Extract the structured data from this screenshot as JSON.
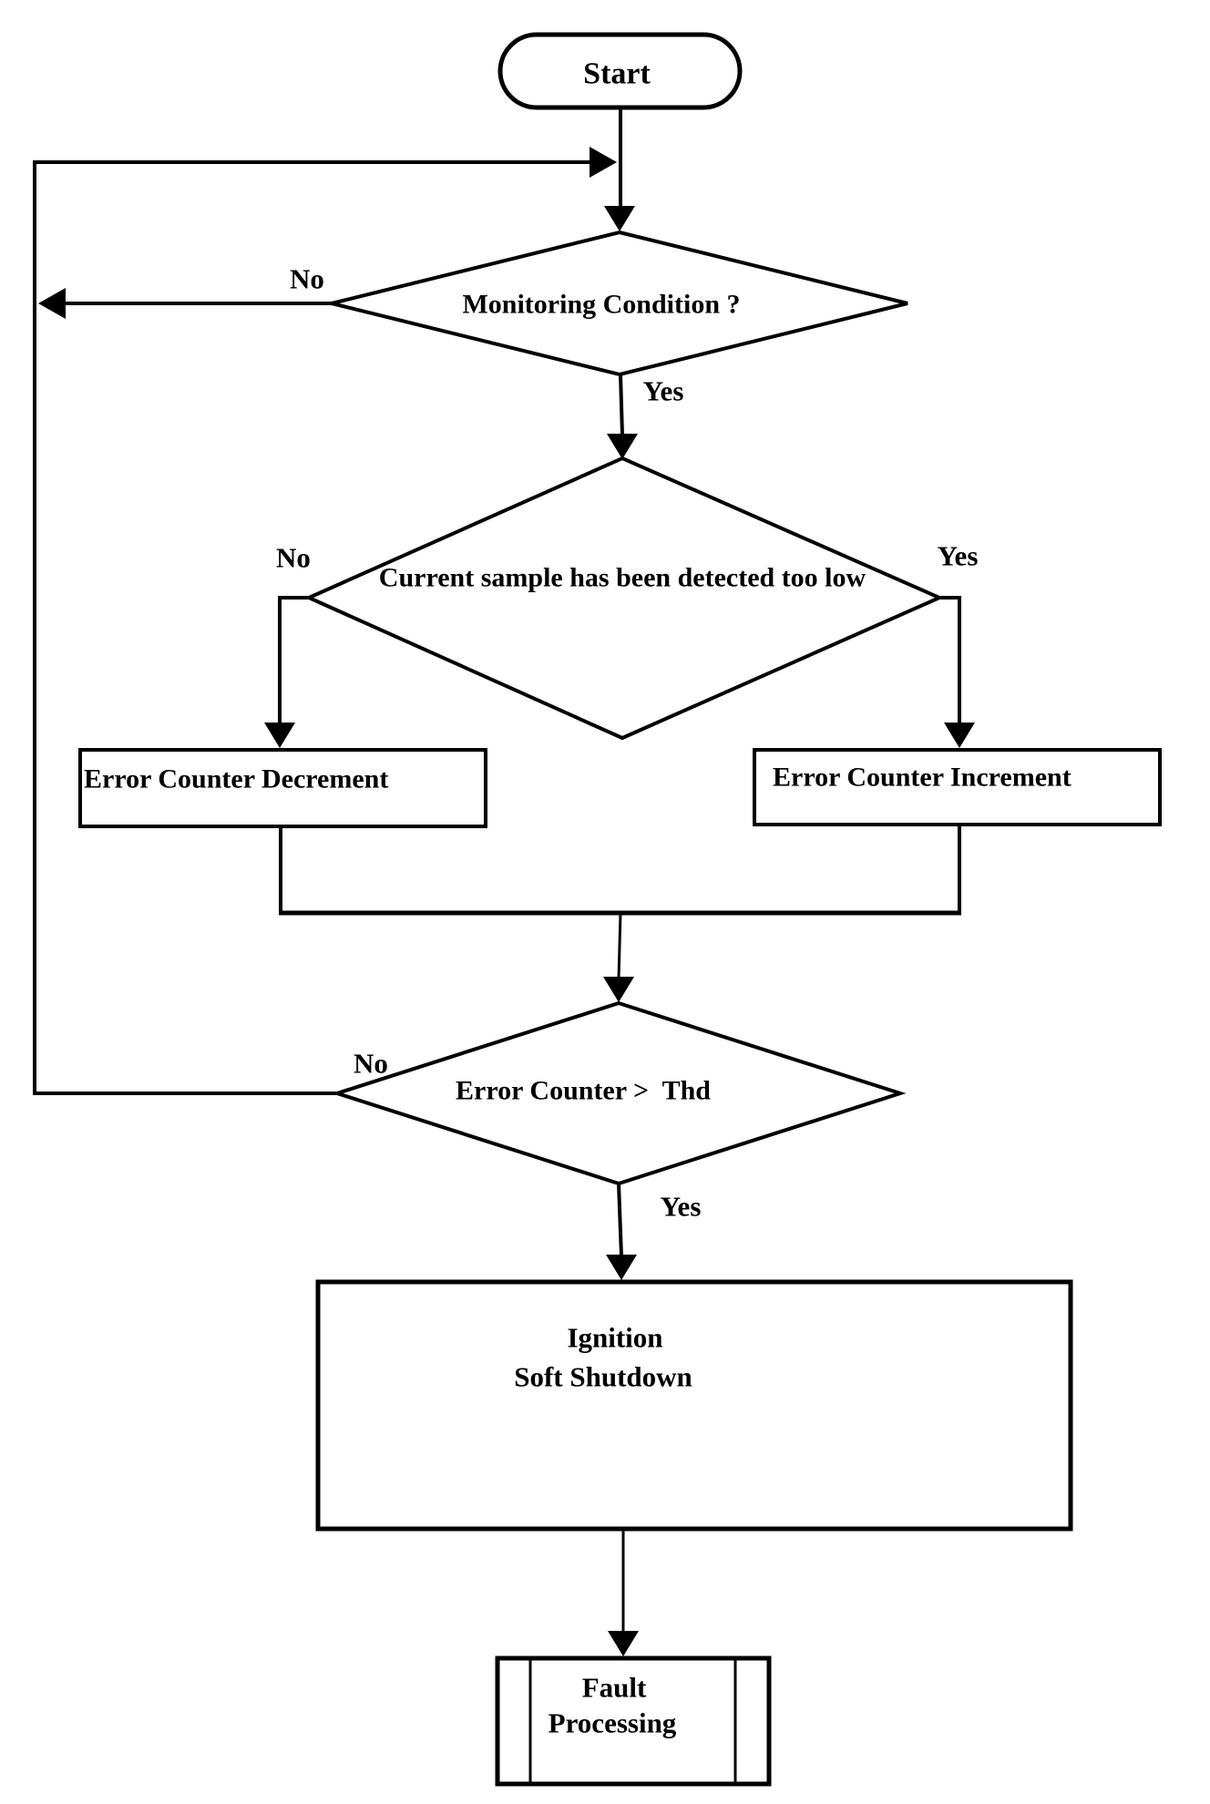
{
  "diagram": {
    "colors": {
      "line": "#000000",
      "background": "#ffffff",
      "text": "#000000"
    },
    "nodes": {
      "start": {
        "type": "terminator",
        "label": "Start"
      },
      "monitoring_decision": {
        "type": "decision",
        "label": "Monitoring Condition ?"
      },
      "sample_decision": {
        "type": "decision",
        "label": "Current sample has been detected too low"
      },
      "error_counter_decrement": {
        "type": "process",
        "label": "Error Counter Decrement"
      },
      "error_counter_increment": {
        "type": "process",
        "label": "Error Counter Increment"
      },
      "threshold_decision": {
        "type": "decision",
        "label": "Error Counter >  Thd"
      },
      "ignition_soft_shutdown": {
        "type": "process",
        "line1": "Ignition",
        "line2": "Soft Shutdown"
      },
      "fault_processing": {
        "type": "predefined-process",
        "line1": "Fault",
        "line2": "Processing"
      }
    },
    "edge_labels": {
      "monitoring_no": "No",
      "monitoring_yes": "Yes",
      "sample_no": "No",
      "sample_yes": "Yes",
      "threshold_no": "No",
      "threshold_yes": "Yes"
    }
  }
}
